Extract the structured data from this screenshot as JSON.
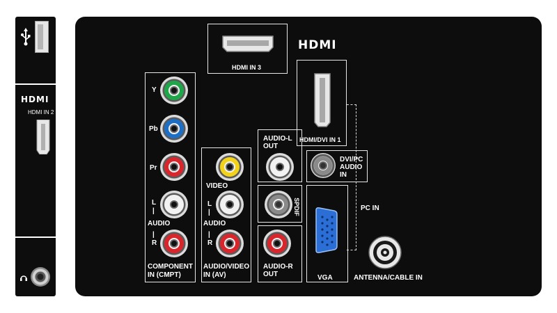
{
  "left_panel": {
    "hdmi_logo": "HDMI",
    "hdmi_in_2": "HDMI IN 2",
    "usb_icon": "usb-icon",
    "headphone_icon": "headphone-icon"
  },
  "main_panel": {
    "hdmi_logo": "HDMI",
    "hdmi_in_3": "HDMI IN 3",
    "hdmi_dvi_in_1": "HDMI/DVI IN 1",
    "component": {
      "y": "Y",
      "pb": "Pb",
      "pr": "Pr",
      "l": "L",
      "bar1": "|",
      "audio": "AUDIO",
      "bar2": "|",
      "r": "R",
      "title_line1": "COMPONENT",
      "title_line2": "IN (CMPT)"
    },
    "av": {
      "video": "VIDEO",
      "l": "L",
      "bar1": "|",
      "audio": "AUDIO",
      "bar2": "|",
      "r": "R",
      "title_line1": "AUDIO/VIDEO",
      "title_line2": "IN (AV)"
    },
    "audio_l_out_line1": "AUDIO-L",
    "audio_l_out_line2": "OUT",
    "spdif": "SPDIF",
    "audio_r_out_line1": "AUDIO-R",
    "audio_r_out_line2": "OUT",
    "dvi_pc_audio_line1": "DVI/PC",
    "dvi_pc_audio_line2": "AUDIO",
    "dvi_pc_audio_line3": "IN",
    "pc_in": "PC IN",
    "vga": "VGA",
    "antenna": "ANTENNA/CABLE IN"
  },
  "colors": {
    "panel": "#0d0d0d",
    "green": "#1fa64a",
    "blue": "#1c6fc4",
    "red": "#d8262c",
    "yellow": "#f2d21a",
    "white": "#f2f2f2",
    "grey": "#8a8a8a",
    "vga_blue": "#2b6fd6"
  }
}
